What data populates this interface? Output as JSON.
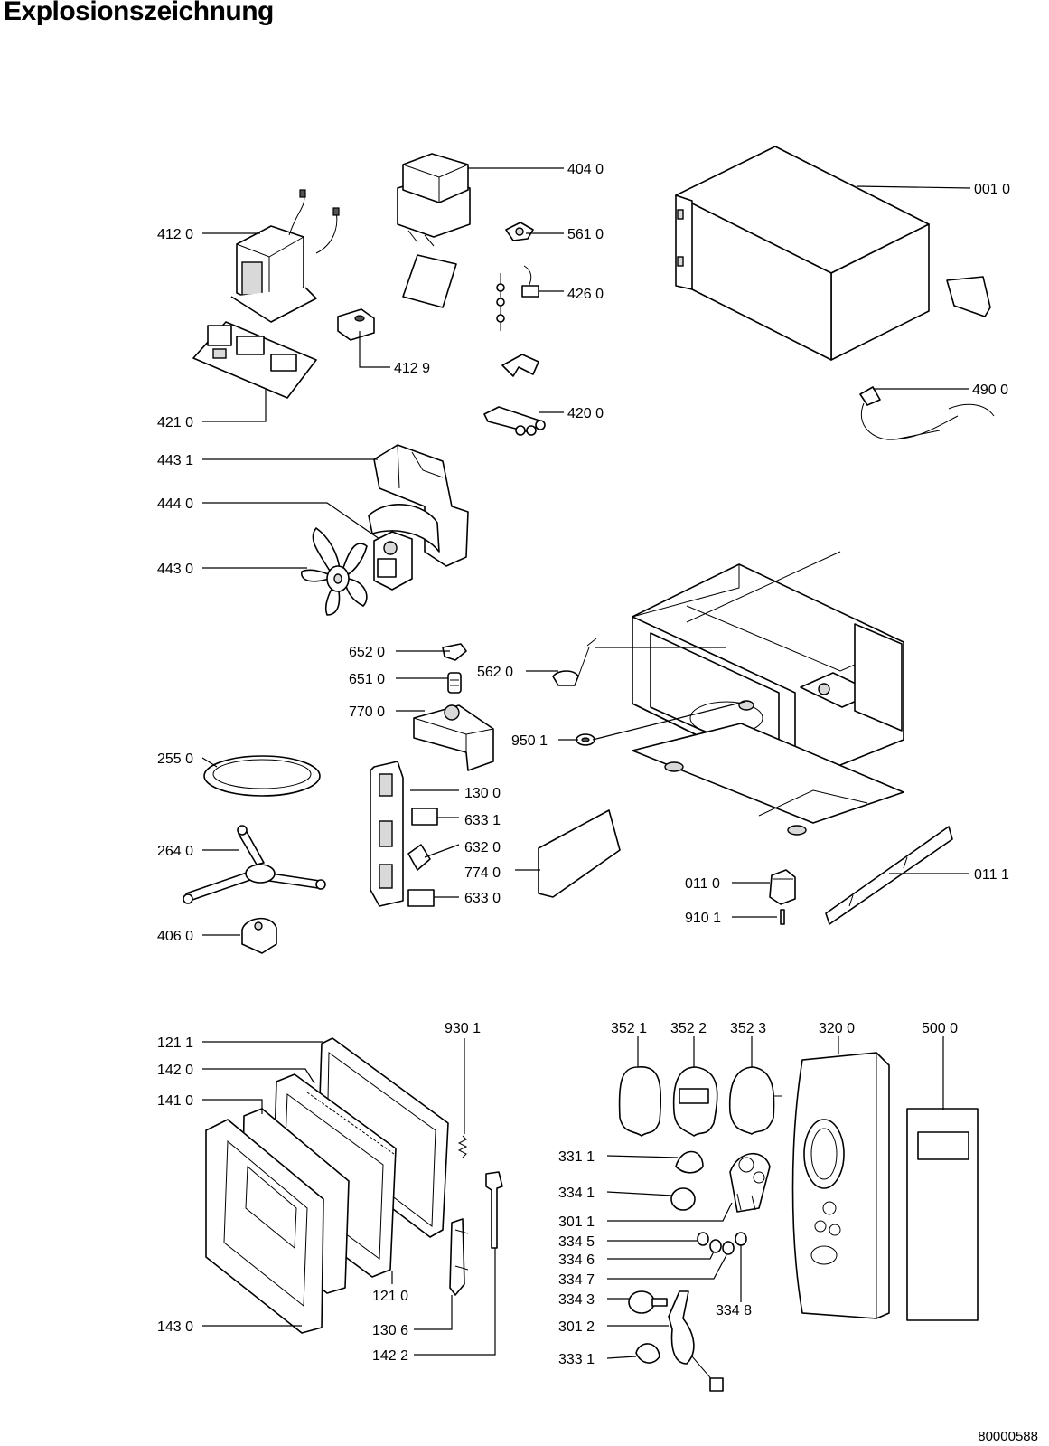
{
  "title": "Explosionszeichnung",
  "doc_number": "80000588",
  "labels": {
    "l4040": "404 0",
    "l0010": "001 0",
    "l4120": "412 0",
    "l5610": "561 0",
    "l4260": "426 0",
    "l4129": "412 9",
    "l4210": "421 0",
    "l4200": "420 0",
    "l4900": "490 0",
    "l4431": "443 1",
    "l4440": "444 0",
    "l4430": "443 0",
    "l6520": "652 0",
    "l6510": "651 0",
    "l5620": "562 0",
    "l7700": "770 0",
    "l9501": "950 1",
    "l2550": "255 0",
    "l1300": "130 0",
    "l6331": "633 1",
    "l6320": "632 0",
    "l2640": "264 0",
    "l7740": "774 0",
    "l0110": "011 0",
    "l0111": "011 1",
    "l6330": "633 0",
    "l9101": "910 1",
    "l4060": "406 0",
    "l1211": "121 1",
    "l9301": "930 1",
    "l3521": "352 1",
    "l3522": "352 2",
    "l3523": "352 3",
    "l3200": "320 0",
    "l5000": "500 0",
    "l1420": "142 0",
    "l1410": "141 0",
    "l3311": "331 1",
    "l3341": "334 1",
    "l3011": "301 1",
    "l3345": "334 5",
    "l3346": "334 6",
    "l3347": "334 7",
    "l1210": "121 0",
    "l3343": "334 3",
    "l3348": "334 8",
    "l1430": "143 0",
    "l3012": "301 2",
    "l1306": "130 6",
    "l1422": "142 2",
    "l3331": "333 1"
  }
}
